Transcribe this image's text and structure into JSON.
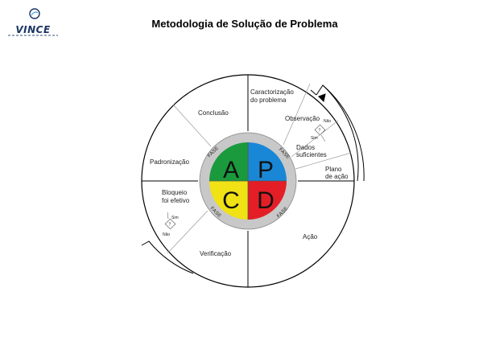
{
  "logo": {
    "text": "VINCE"
  },
  "title": "Metodologia de Solução de Problema",
  "diagram": {
    "quadrants": [
      {
        "letter": "A",
        "color": "#1a9a3c"
      },
      {
        "letter": "P",
        "color": "#1a87d6"
      },
      {
        "letter": "C",
        "color": "#f0e214"
      },
      {
        "letter": "D",
        "color": "#e41e26"
      }
    ],
    "phase_label": "FASE",
    "steps": {
      "caracterizacao": [
        "Caractorização",
        "do problema"
      ],
      "observacao": "Observação",
      "dados": [
        "Dados",
        "suficientes"
      ],
      "plano": [
        "Plano",
        "de ação"
      ],
      "acao": "Ação",
      "verificacao": "Verificação",
      "bloqueio": [
        "Bloqueio",
        "foi efetivo"
      ],
      "padronizacao": "Padronização",
      "conclusao": "Conclusão"
    },
    "decision_right": {
      "yes": "Sim",
      "no": "Não",
      "mark": "?"
    },
    "decision_left": {
      "yes": "Sim",
      "no": "Não",
      "mark": "?"
    }
  }
}
